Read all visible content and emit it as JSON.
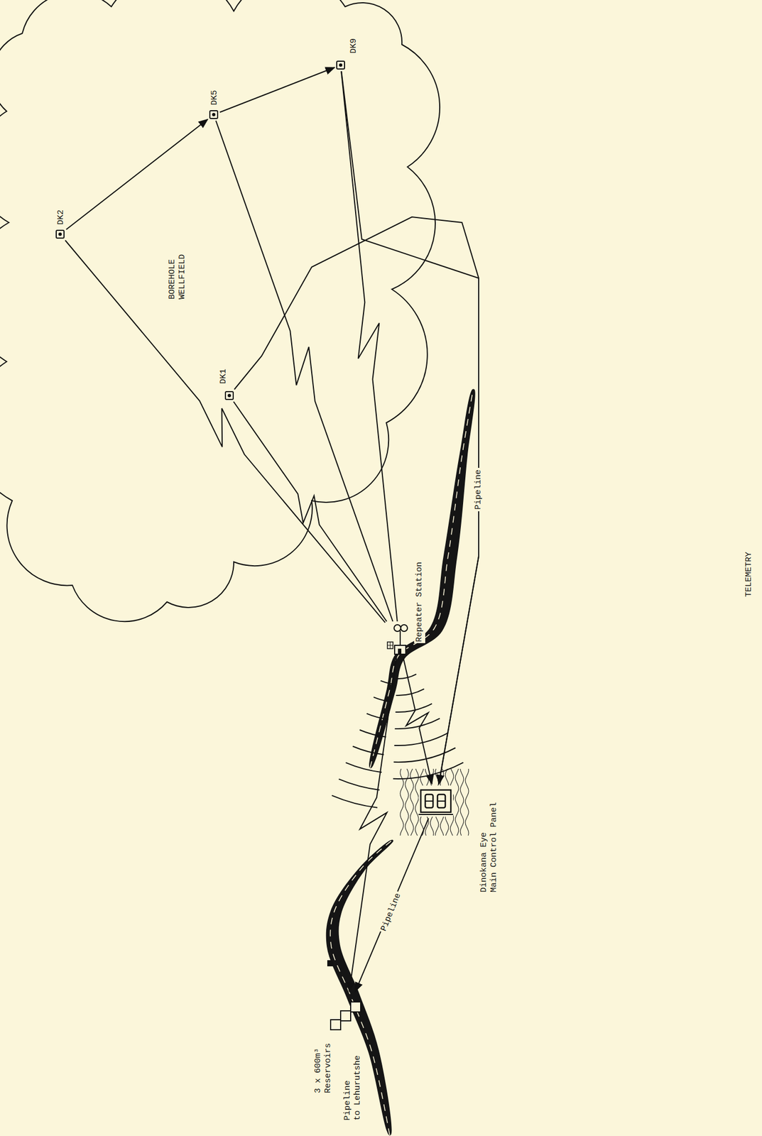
{
  "diagram": {
    "nodes": [
      {
        "text": [
          "BOREHOLE WELLFIELD"
        ]
      },
      {
        "text": [
          "DK2"
        ],
        "in": 0
      },
      {
        "text": [
          "DK5"
        ],
        "in": 0
      },
      {
        "text": [
          "DK9"
        ],
        "in": 0
      },
      {
        "text": [
          "DK1"
        ],
        "in": 0
      },
      {
        "text": [
          "Repeater Station"
        ]
      },
      {
        "text": [
          "Dinokana Eye Main Control Panel"
        ]
      },
      {
        "text": [
          "3 x 600m³ Reservoirs"
        ]
      }
    ],
    "edges": [
      {
        "from": 1,
        "to": 2,
        "arrow": "to"
      },
      {
        "from": 2,
        "to": 3,
        "arrow": "to"
      },
      {
        "from": 3,
        "to": 6,
        "label": "Pipeline",
        "arrow": "to"
      },
      {
        "from": 4,
        "to": 6,
        "arrow": "to"
      },
      {
        "from": 6,
        "to": 7,
        "label": "Pipeline",
        "arrow": "to"
      },
      {
        "from": 1,
        "to": 5,
        "arrow": "none"
      },
      {
        "from": 2,
        "to": 5,
        "arrow": "none"
      },
      {
        "from": 3,
        "to": 5,
        "arrow": "none"
      },
      {
        "from": 4,
        "to": 5,
        "arrow": "none"
      },
      {
        "from": 5,
        "to": 6,
        "arrow": "to"
      },
      {
        "from": 5,
        "to": 7,
        "arrow": "to"
      }
    ],
    "labels": [
      "Pipeline to Lehurutshe",
      "TELEMETRY"
    ]
  }
}
